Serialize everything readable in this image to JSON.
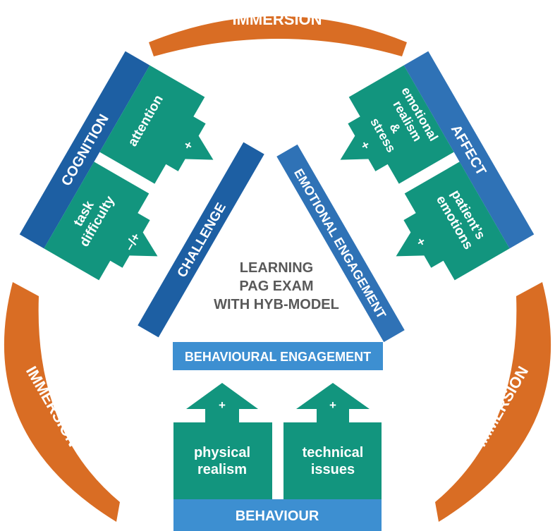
{
  "colors": {
    "orange": "#d96d24",
    "green": "#12957e",
    "dark_blue": "#1d5fa3",
    "mid_blue": "#2f72b6",
    "light_blue": "#3d8fd1",
    "center_text": "#595959",
    "white": "#ffffff"
  },
  "immersion": {
    "top": "IMMERSION",
    "left": "IMMERSION",
    "right": "IMMERSION"
  },
  "cognition": {
    "title": "COGNITION",
    "attention": "attention",
    "attention_sign": "+",
    "task_line1": "task",
    "task_line2": "difficulty",
    "task_sign": "–/+"
  },
  "affect": {
    "title": "AFFECT",
    "stress_line1": "emotional",
    "stress_line2": "realism",
    "stress_line3": "&",
    "stress_line4": "stress",
    "stress_sign": "+",
    "patient_line1": "patient’s",
    "patient_line2": "emotions",
    "patient_sign": "+"
  },
  "triangle": {
    "challenge": "CHALLENGE",
    "emotional_engagement": "EMOTIONAL ENGAGEMENT",
    "behavioural_engagement": "BEHAVIOURAL ENGAGEMENT",
    "center_line1": "LEARNING",
    "center_line2": "PAG EXAM",
    "center_line3": "WITH HYB-MODEL"
  },
  "behaviour": {
    "title": "BEHAVIOUR",
    "physical_line1": "physical",
    "physical_line2": "realism",
    "physical_sign": "+",
    "technical_line1": "technical",
    "technical_line2": "issues",
    "technical_sign": "+"
  }
}
